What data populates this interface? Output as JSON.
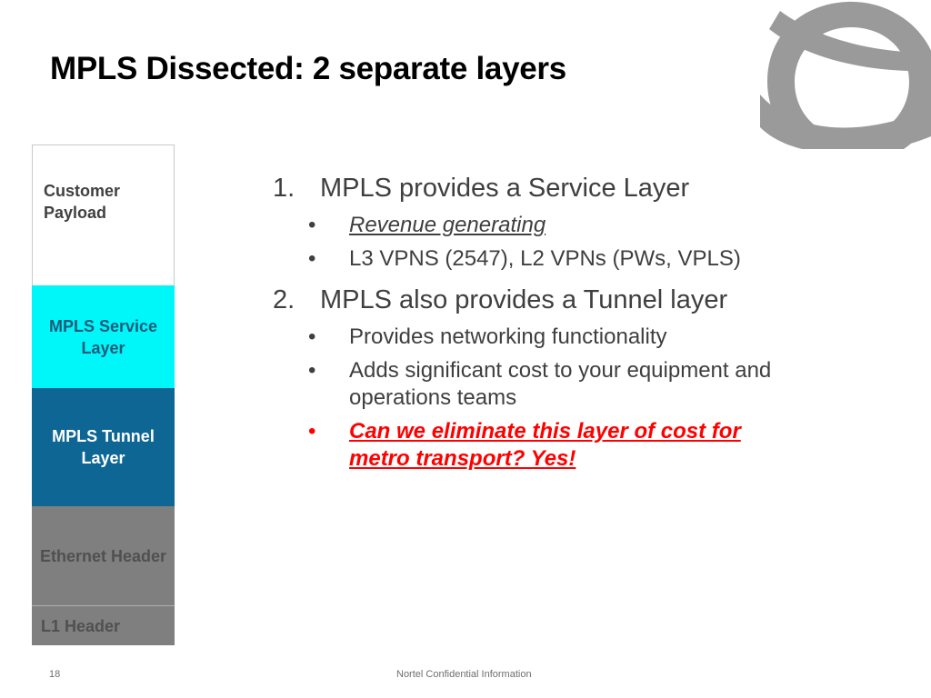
{
  "slide": {
    "title": "MPLS Dissected: 2 separate layers",
    "page_number": "18",
    "footer_text": "Nortel Confidential Information"
  },
  "layers": [
    {
      "label_line1": "Customer",
      "label_line2": "Payload",
      "color": "#ffffff"
    },
    {
      "label_line1": "MPLS Service",
      "label_line2": "Layer",
      "color": "#00f7fa"
    },
    {
      "label_line1": "MPLS Tunnel",
      "label_line2": "Layer",
      "color": "#0e6694"
    },
    {
      "label_line1": "Ethernet Header",
      "color": "#7f7f7f"
    },
    {
      "label_line1": "L1 Header",
      "color": "#7f7f7f"
    }
  ],
  "points": [
    {
      "number": "1.",
      "text": "MPLS provides a Service Layer",
      "bullets": [
        {
          "marker": "•",
          "text": "Revenue generating"
        },
        {
          "marker": "•",
          "text": "L3 VPNS (2547), L2 VPNs (PWs, VPLS)"
        }
      ]
    },
    {
      "number": "2.",
      "text": "MPLS also provides a Tunnel layer",
      "bullets": [
        {
          "marker": "•",
          "text": "Provides networking functionality"
        },
        {
          "marker": "•",
          "text_line1": "Adds significant cost to your equipment and",
          "text_line2": "operations teams"
        },
        {
          "marker": "•",
          "text_line1": "Can we eliminate this layer of cost for",
          "text_line2": "metro transport? Yes!",
          "color": "#ff0000"
        }
      ]
    }
  ],
  "logo": {
    "icon": "globe-logo",
    "color": "#9a9a9a"
  }
}
